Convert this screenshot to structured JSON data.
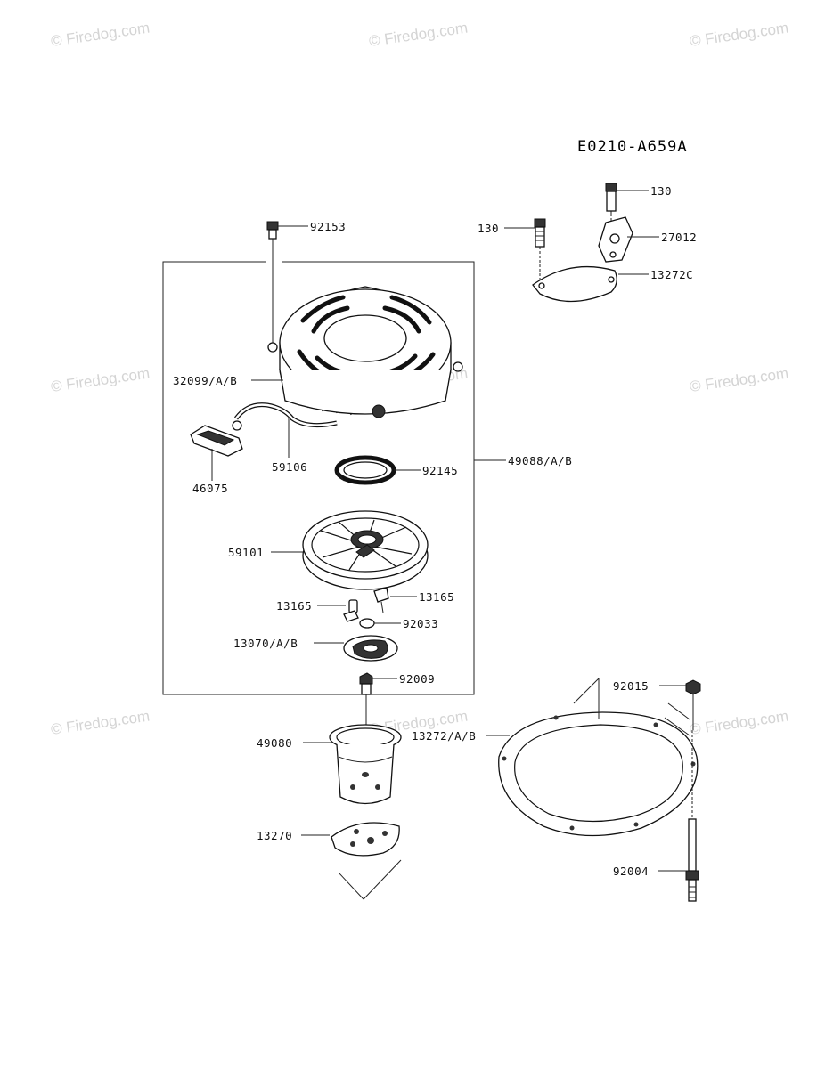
{
  "diagram_code": "E0210-A659A",
  "watermark": "© Firedog.com",
  "parts": [
    {
      "id": "130",
      "label": "130"
    },
    {
      "id": "130b",
      "label": "130"
    },
    {
      "id": "27012",
      "label": "27012"
    },
    {
      "id": "13272c",
      "label": "13272C"
    },
    {
      "id": "92153",
      "label": "92153"
    },
    {
      "id": "32099",
      "label": "32099/A/B"
    },
    {
      "id": "59106",
      "label": "59106"
    },
    {
      "id": "46075",
      "label": "46075"
    },
    {
      "id": "92145",
      "label": "92145"
    },
    {
      "id": "49088",
      "label": "49088/A/B"
    },
    {
      "id": "59101",
      "label": "59101"
    },
    {
      "id": "13165a",
      "label": "13165"
    },
    {
      "id": "13165b",
      "label": "13165"
    },
    {
      "id": "92033",
      "label": "92033"
    },
    {
      "id": "13070",
      "label": "13070/A/B"
    },
    {
      "id": "92009",
      "label": "92009"
    },
    {
      "id": "49080",
      "label": "49080"
    },
    {
      "id": "13272ab",
      "label": "13272/A/B"
    },
    {
      "id": "92015",
      "label": "92015"
    },
    {
      "id": "13270",
      "label": "13270"
    },
    {
      "id": "92004",
      "label": "92004"
    }
  ]
}
